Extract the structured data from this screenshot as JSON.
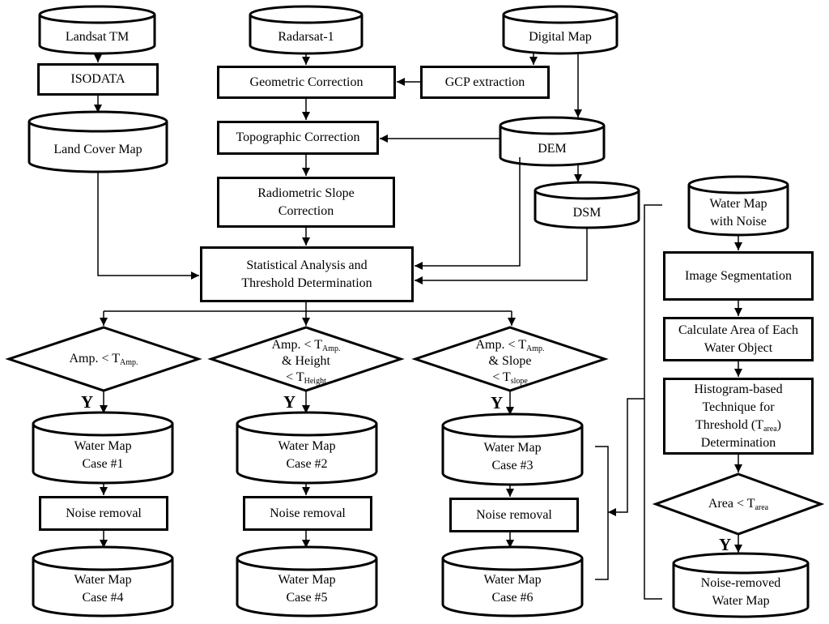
{
  "nodes": {
    "landsat": {
      "text": "Landsat TM"
    },
    "radarsat": {
      "text": "Radarsat-1"
    },
    "digmap": {
      "text": "Digital Map"
    },
    "isodata": {
      "text": "ISODATA"
    },
    "geocorr": {
      "text": "Geometric Correction"
    },
    "gcp": {
      "text": "GCP extraction"
    },
    "landcover": {
      "text": "Land Cover Map"
    },
    "topo": {
      "text": "Topographic Correction"
    },
    "dem": {
      "text": "DEM"
    },
    "radio": {
      "text": "Radiometric Slope Correction"
    },
    "dsm": {
      "text": "DSM"
    },
    "stats": {
      "text": "Statistical Analysis and Threshold Determination"
    },
    "wmnoise": {
      "text": "Water Map with Noise"
    },
    "seg": {
      "text": "Image Segmentation"
    },
    "area": {
      "text": "Calculate Area of Each Water Object"
    },
    "hist": {
      "text": "Histogram-based Technique for",
      "line2_pre": "Threshold (T",
      "line2_sub": "area",
      "line2_post": ")",
      "line3": "Determination"
    },
    "d1": {
      "pre": "Amp. < T",
      "sub": "Amp."
    },
    "d2": {
      "l1pre": "Amp. < T",
      "l1sub": "Amp.",
      "l2": "& Height",
      "l3pre": "< T",
      "l3sub": "Height"
    },
    "d3": {
      "l1pre": "Amp. < T",
      "l1sub": "Amp.",
      "l2": "& Slope",
      "l3pre": "< T",
      "l3sub": "slope"
    },
    "d4": {
      "pre": "Area < T",
      "sub": "area"
    },
    "wm1": {
      "l1": "Water Map",
      "l2": "Case #1"
    },
    "wm2": {
      "l1": "Water Map",
      "l2": "Case #2"
    },
    "wm3": {
      "l1": "Water Map",
      "l2": "Case #3"
    },
    "nr1": {
      "text": "Noise removal"
    },
    "nr2": {
      "text": "Noise removal"
    },
    "nr3": {
      "text": "Noise removal"
    },
    "wm4": {
      "l1": "Water Map",
      "l2": "Case #4"
    },
    "wm5": {
      "l1": "Water Map",
      "l2": "Case #5"
    },
    "wm6": {
      "l1": "Water Map",
      "l2": "Case #6"
    },
    "final": {
      "l1": "Noise-removed",
      "l2": "Water Map"
    }
  },
  "yes_label": "Y"
}
